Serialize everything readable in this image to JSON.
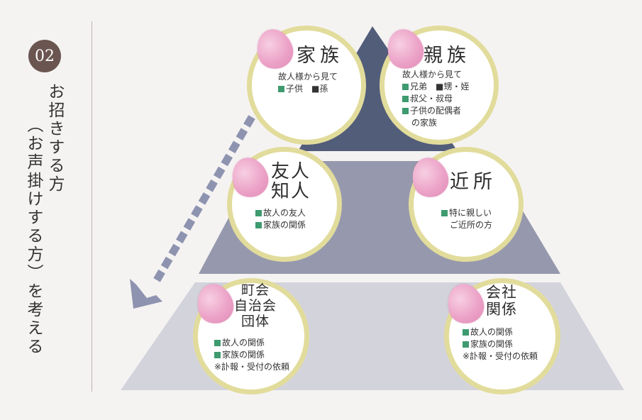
{
  "badge": "02",
  "title_line1": "お招きする方",
  "title_line2": "（お声掛けする方）を考える",
  "colors": {
    "top_tier": "#525d7a",
    "middle_tier": "#9699ad",
    "bottom_tier": "#d3d3dc",
    "ring": "#e2dc9c",
    "bullet": "#3e9a6f",
    "arrow": "#8e93b0"
  },
  "groups": {
    "family": {
      "name": "家族",
      "lines": [
        "故人様から見て",
        "子供　■孫"
      ]
    },
    "relatives": {
      "name": "親族",
      "lines": [
        "故人様から見て",
        "兄弟　■甥・姪",
        "叔父・叔母",
        "子供の配偶者",
        "の家族"
      ]
    },
    "friends": {
      "name_line1": "友人",
      "name_line2": "知人",
      "lines": [
        "故人の友人",
        "家族の関係"
      ]
    },
    "neighbors": {
      "name": "近所",
      "lines": [
        "特に親しい",
        "ご近所の方"
      ]
    },
    "community": {
      "name_line1": "町会",
      "name_line2": "自治会",
      "name_line3": "団体",
      "lines": [
        "故人の関係",
        "家族の関係",
        "※訃報・受付の依頼"
      ]
    },
    "company": {
      "name_line1": "会社",
      "name_line2": "関係",
      "lines": [
        "故人の関係",
        "家族の関係",
        "※訃報・受付の依頼"
      ]
    }
  }
}
